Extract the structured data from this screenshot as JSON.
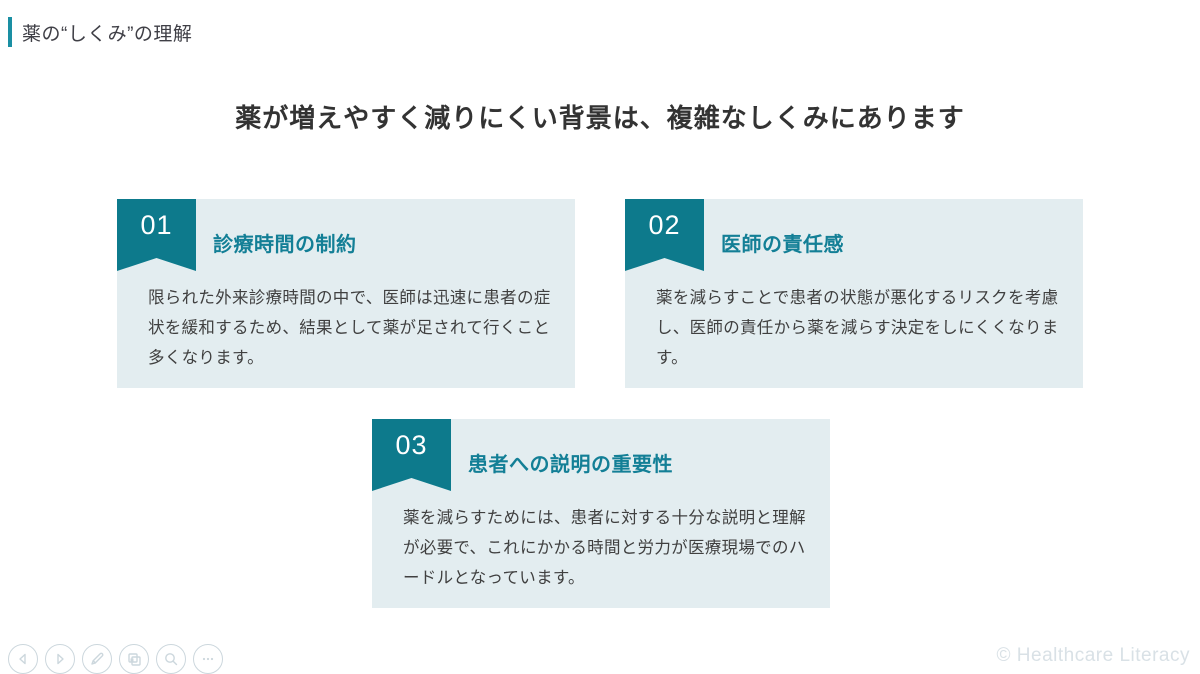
{
  "header": {
    "title": "薬の“しくみ”の理解"
  },
  "slide": {
    "title": "薬が増えやすく減りにくい背景は、複雑なしくみにあります"
  },
  "cards": [
    {
      "number": "01",
      "title": "診療時間の制約",
      "body": "限られた外来診療時間の中で、医師は迅速に患者の症状を緩和するため、結果として薬が足されて行くこと多くなります。"
    },
    {
      "number": "02",
      "title": "医師の責任感",
      "body": "薬を減らすことで患者の状態が悪化するリスクを考慮し、医師の責任から薬を減らす決定をしにくくなります。"
    },
    {
      "number": "03",
      "title": "患者への説明の重要性",
      "body": "薬を減らすためには、患者に対する十分な説明と理解が必要で、これにかかる時間と労力が医療現場でのハードルとなっています。"
    }
  ],
  "toolbar": {
    "icons": [
      "previous-slide",
      "next-slide",
      "pen-annotate",
      "slide-overview",
      "zoom-search",
      "more-options"
    ]
  },
  "footer": {
    "watermark": "© Healthcare Literacy"
  },
  "colors": {
    "accent": "#0d7a8c",
    "accent_bright": "#1a8fa3",
    "card_bg": "#e3edf0",
    "card_title": "#137f96",
    "body_text": "#404040",
    "heading_text": "#333333",
    "muted": "#ccd7dd",
    "watermark": "#d9e1e6"
  }
}
